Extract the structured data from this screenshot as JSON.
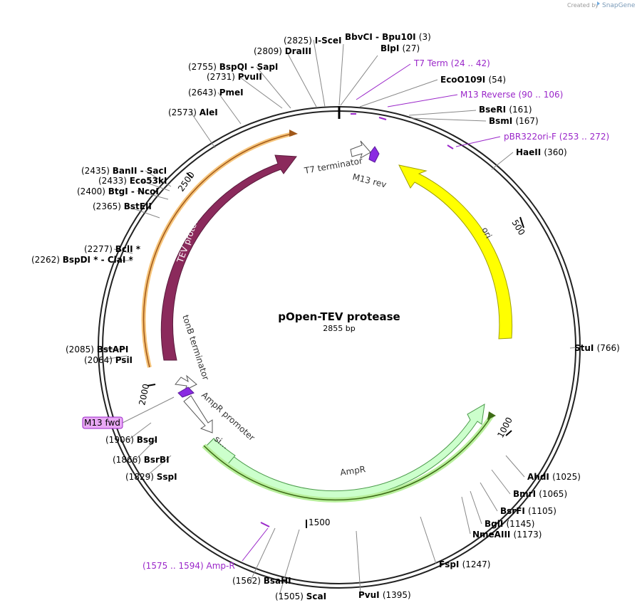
{
  "credit": {
    "created_by": "Created by",
    "brand": "SnapGene"
  },
  "plasmid": {
    "name": "pOpen-TEV protease",
    "length": "2855 bp"
  },
  "colors": {
    "ori": "#ffff00",
    "tev": "#8b2a5c",
    "ampr": "#ccffcc",
    "primer": "#9a26c9",
    "label_box": "#e9a9f5"
  },
  "ticks": [
    "500",
    "1000",
    "1500",
    "2000",
    "2500"
  ],
  "sites": [
    {
      "pos": "(3)",
      "name": "BbvCI  - Bpu10I"
    },
    {
      "pos": "(27)",
      "name": "BlpI"
    },
    {
      "pos": "(54)",
      "name": "EcoO109I"
    },
    {
      "pos": "(161)",
      "name": "BseRI"
    },
    {
      "pos": "(167)",
      "name": "BsmI"
    },
    {
      "pos": "(360)",
      "name": "HaeII"
    },
    {
      "pos": "(766)",
      "name": "StuI"
    },
    {
      "pos": "(1025)",
      "name": "AhdI"
    },
    {
      "pos": "(1065)",
      "name": "BmrI"
    },
    {
      "pos": "(1105)",
      "name": "BsrFI"
    },
    {
      "pos": "(1145)",
      "name": "BglI"
    },
    {
      "pos": "(1173)",
      "name": "NmeAIII"
    },
    {
      "pos": "(1247)",
      "name": "FspI"
    },
    {
      "pos": "(1395)",
      "name": "PvuI"
    },
    {
      "pos": "(1505)",
      "name": "ScaI"
    },
    {
      "pos": "(1562)",
      "name": "BsaHI"
    },
    {
      "pos": "(1829)",
      "name": "SspI"
    },
    {
      "pos": "(1866)",
      "name": "BsrBI"
    },
    {
      "pos": "(1906)",
      "name": "BsgI"
    },
    {
      "pos": "(2064)",
      "name": "PsiI"
    },
    {
      "pos": "(2085)",
      "name": "BstAPI"
    },
    {
      "pos": "(2262)",
      "name": "BspDI *  - ClaI *"
    },
    {
      "pos": "(2277)",
      "name": "BclI *"
    },
    {
      "pos": "(2365)",
      "name": "BstEII"
    },
    {
      "pos": "(2400)",
      "name": "BtgI  - NcoI"
    },
    {
      "pos": "(2433)",
      "name": "Eco53kI"
    },
    {
      "pos": "(2435)",
      "name": "BanII  - SacI"
    },
    {
      "pos": "(2573)",
      "name": "AleI"
    },
    {
      "pos": "(2643)",
      "name": "PmeI"
    },
    {
      "pos": "(2731)",
      "name": "PvuII"
    },
    {
      "pos": "(2755)",
      "name": "BspQI  - SapI"
    },
    {
      "pos": "(2809)",
      "name": "DraIII"
    },
    {
      "pos": "(2825)",
      "name": "I-SceI"
    }
  ],
  "primers": [
    {
      "name": "T7 Term",
      "range": "(24 .. 42)"
    },
    {
      "name": "M13 Reverse",
      "range": "(90 .. 106)"
    },
    {
      "name": "pBR322ori-F",
      "range": "(253 .. 272)"
    },
    {
      "name": "Amp-R",
      "range": "(1575 .. 1594)"
    },
    {
      "name": "M13 fwd",
      "range": ""
    }
  ],
  "features": {
    "ori": "ori",
    "tev": "TEV protease",
    "ampr": "AmpR",
    "ampr_promoter": "AmpR promoter",
    "signal": "si…",
    "t7_terminator": "T7 terminator",
    "m13_rev": "M13 rev",
    "tonb_terminator": "tonB terminator"
  }
}
